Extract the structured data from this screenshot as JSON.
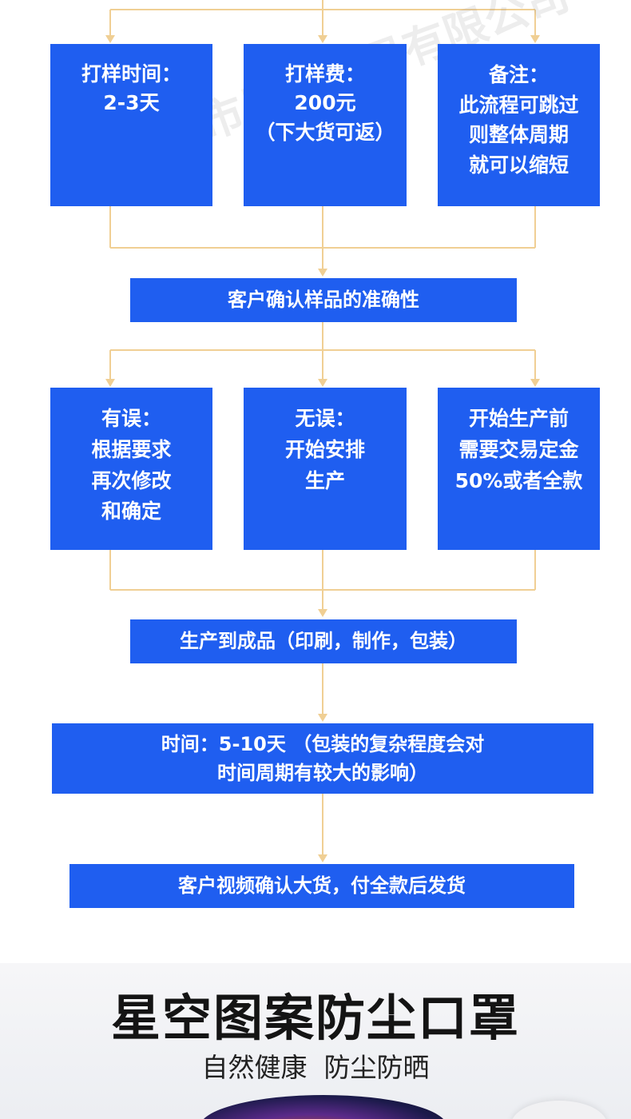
{
  "colors": {
    "box_blue": "#1f5ef0",
    "connector": "#f0cf94",
    "text_white": "#ffffff"
  },
  "watermark": "义乌市恩源贸易有限公司",
  "row1": [
    {
      "lines": [
        "打样时间：",
        "2-3天"
      ]
    },
    {
      "lines": [
        "打样费：",
        "200元",
        "（下大货可返）"
      ]
    },
    {
      "lines": [
        "备注：",
        "此流程可跳过",
        "则整体周期",
        "就可以缩短"
      ]
    }
  ],
  "confirm_sample": "客户确认样品的准确性",
  "row2": [
    {
      "lines": [
        "有误：",
        "根据要求",
        "再次修改",
        "和确定"
      ]
    },
    {
      "lines": [
        "无误：",
        "开始安排",
        "生产"
      ]
    },
    {
      "lines": [
        "开始生产前",
        "需要交易定金",
        "50%或者全款"
      ]
    }
  ],
  "production": "生产到成品（印刷，制作，包装）",
  "time_note": {
    "lines": [
      "时间：5-10天 （包装的复杂程度会对",
      "时间周期有较大的影响）"
    ]
  },
  "final_step": "客户视频确认大货，付全款后发货",
  "product": {
    "title": "星空图案防尘口罩",
    "subtitle": "自然健康  防尘防晒"
  }
}
